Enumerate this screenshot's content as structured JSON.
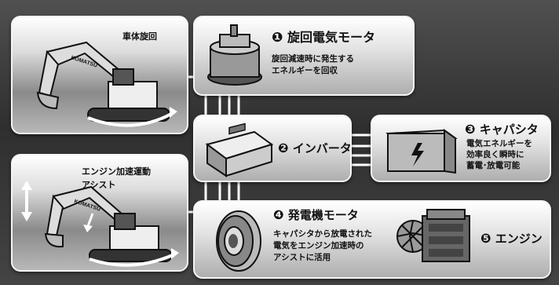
{
  "panels": {
    "swing": {
      "label": "車体旋回"
    },
    "motor": {
      "number": "❶",
      "title": "旋回電気モータ",
      "desc": [
        "旋回減速時に発生する",
        "エネルギーを回収"
      ]
    },
    "inverter": {
      "number": "❷",
      "title": "インバータ"
    },
    "capacitor": {
      "number": "❸",
      "title": "キャパシタ",
      "desc": [
        "電気エネルギーを",
        "効率良く瞬時に",
        "蓄電･放電可能"
      ]
    },
    "assist": {
      "label": [
        "エンジン加速運動",
        "アシスト"
      ]
    },
    "generator": {
      "number": "❹",
      "title": "発電機モータ",
      "desc": [
        "キャパシタから放電された",
        "電気をエンジン加速時の",
        "アシストに活用"
      ]
    },
    "engine": {
      "number": "❺",
      "title": "エンジン"
    }
  },
  "excavator_brand": "KOMATSU",
  "colors": {
    "panel_border": "#f4f4f4",
    "background": "#3c3c3c",
    "arrow": "#ffffff",
    "text": "#111111"
  }
}
